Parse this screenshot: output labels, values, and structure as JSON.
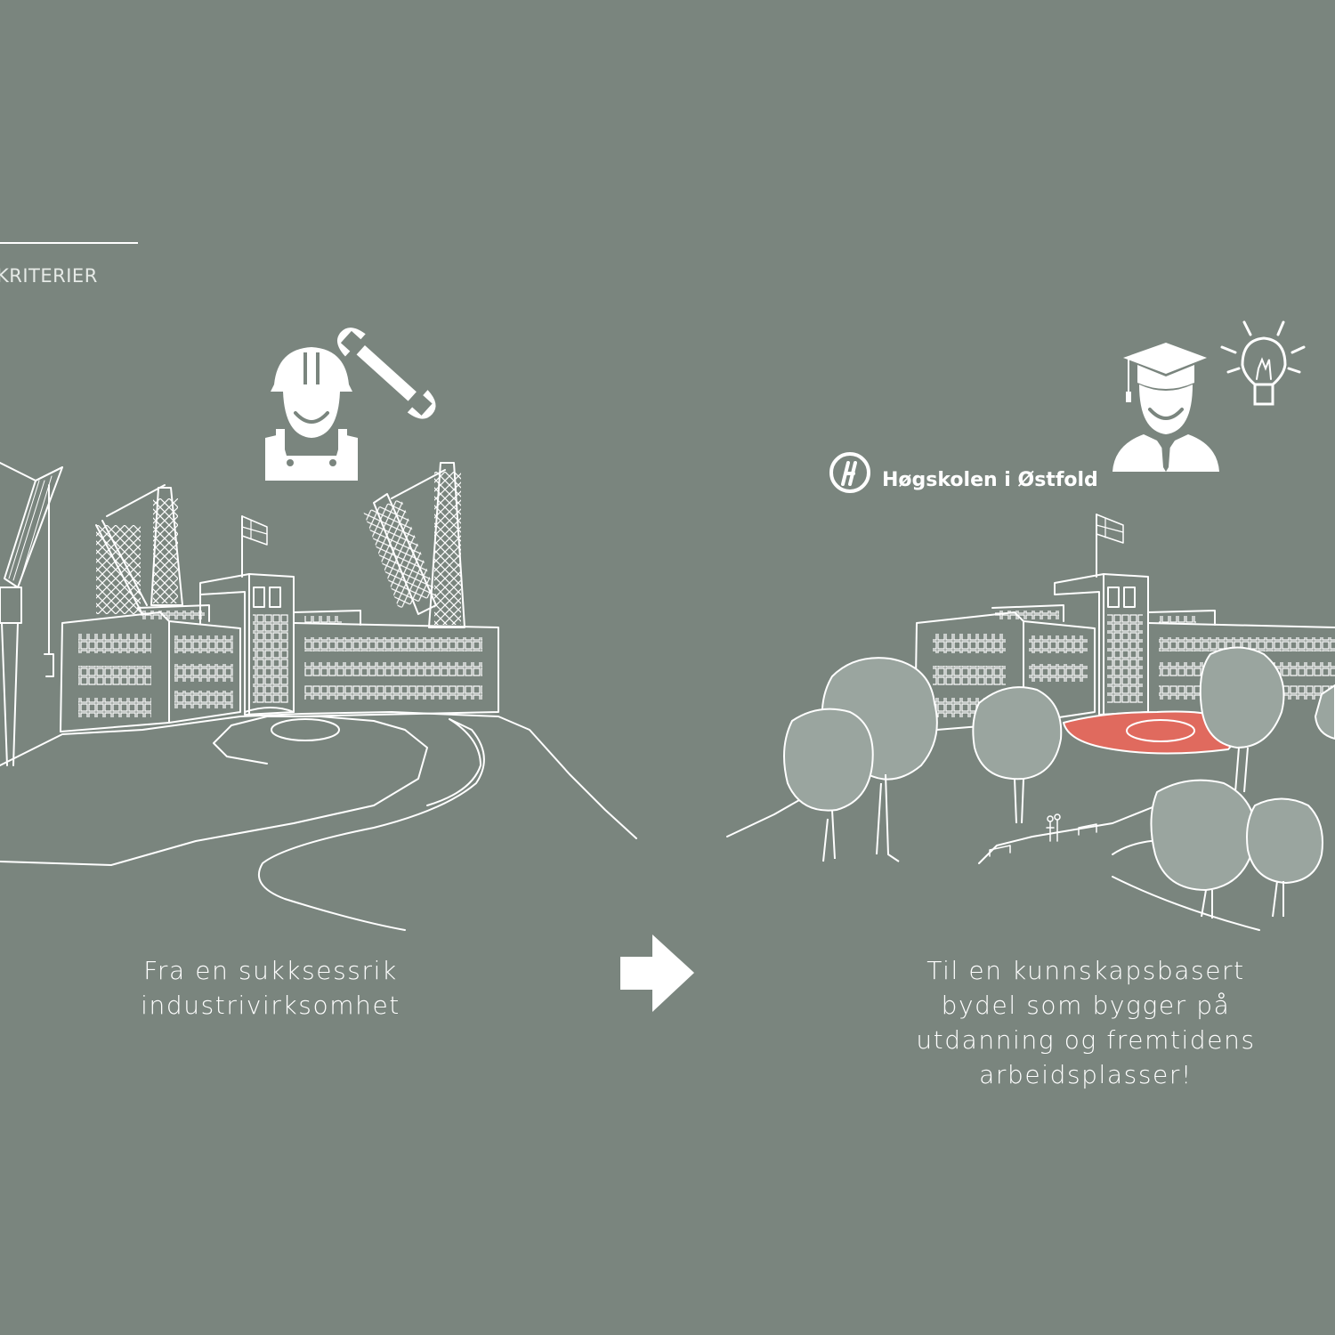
{
  "section": {
    "label": "KRITERIER"
  },
  "before": {
    "caption_lines": [
      "Fra en sukksessrik",
      "industrivirksomhet"
    ],
    "icons": [
      "worker-hardhat-icon",
      "wrench-icon"
    ]
  },
  "after": {
    "caption_lines": [
      "Til en kunnskapsbasert",
      "bydel som bygger på",
      "utdanning og fremtidens",
      "arbeidsplasser!"
    ],
    "logo_text": "Høgskolen i Østfold",
    "icons": [
      "graduate-icon",
      "lightbulb-icon"
    ]
  },
  "colors": {
    "background": "#7a857e",
    "line": "#ffffff",
    "tree_fill": "#9aa59f",
    "accent": "#e06a5e"
  }
}
